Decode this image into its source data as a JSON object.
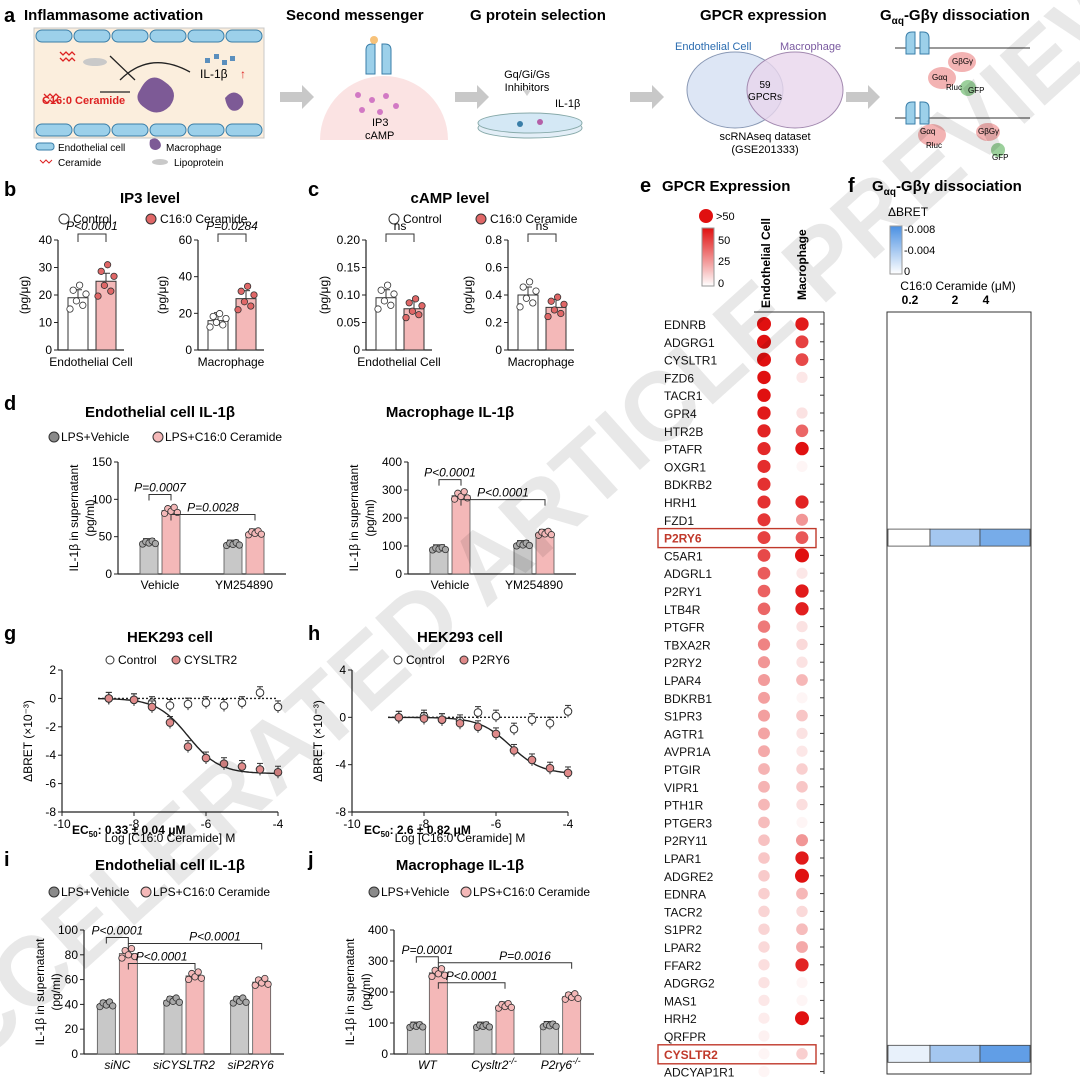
{
  "panel_letters": [
    "a",
    "b",
    "c",
    "d",
    "e",
    "f",
    "g",
    "h",
    "i",
    "j"
  ],
  "watermark": "ACCELERATED ARTICLE PREVIEW",
  "colors": {
    "control": "#ffffff",
    "treat": "#f4b8b8",
    "treat_dot": "#e06767",
    "grey": "#c8c8c8",
    "grey_dot": "#8a8a8a",
    "heat_red": "#e01010",
    "heat_blue": "#4a90e2",
    "highlight": "#c0392b",
    "line_red": "#d9534f"
  },
  "panel_a": {
    "titles": [
      "Inflammasome activation",
      "Second messenger",
      "G protein selection",
      "GPCR expression"
    ],
    "title5_main": "G",
    "title5_sub": "αq",
    "title5_rest": "-Gβγ dissociation",
    "il1b": "IL-1β",
    "ceramide_label": "C16:0 Ceramide",
    "legend": [
      "Endothelial cell",
      "Macrophage",
      "Ceramide",
      "Lipoprotein"
    ],
    "messengers": [
      "IP3",
      "cAMP"
    ],
    "inhibitors": [
      "Gq/Gi/Gs",
      "Inhibitors"
    ],
    "il1b_dish": "IL-1β",
    "venn_left": "Endothelial Cell",
    "venn_right": "Macrophage",
    "venn_center": [
      "59",
      "GPCRs"
    ],
    "dataset": [
      "scRNAseq dataset",
      "(GSE201333)"
    ],
    "bret_labels": [
      "GβGγ",
      "Gαq",
      "Rluc",
      "GFP"
    ]
  },
  "panel_b": {
    "title": "IP3 level",
    "legend": [
      "Control",
      "C16:0 Ceramide"
    ]
  },
  "panel_c": {
    "title": "cAMP level",
    "legend": [
      "Control",
      "C16:0 Ceramide"
    ]
  },
  "panel_d": {
    "title1": "Endothelial cell IL-1β",
    "title2": "Macrophage IL-1β",
    "legend": [
      "LPS+Vehicle",
      "LPS+C16:0 Ceramide"
    ]
  },
  "panel_e": {
    "title": "GPCR Expression",
    "cols": [
      "Endothelial Cell",
      "Macrophage"
    ],
    "legend": [
      ">50",
      "50",
      "25",
      "0"
    ],
    "highlighted": [
      "P2RY6",
      "CYSLTR2"
    ]
  },
  "panel_f": {
    "title_main": "G",
    "title_sub": "αq",
    "title_rest": "-Gβγ dissociation",
    "legend_title": "ΔBRET",
    "legend_ticks": [
      "-0.008",
      "-0.004",
      "0"
    ],
    "xlabel": "C16:0 Ceramide (μM)",
    "cols": [
      "0.2",
      "2",
      "4"
    ]
  },
  "panel_g": {
    "title": "HEK293 cell",
    "legend": [
      "Control",
      "CYSLTR2"
    ],
    "ec50": "EC",
    "ec50_sub": "50",
    "ec50_val": ": 0.33 ± 0.04 μM"
  },
  "panel_h": {
    "title": "HEK293 cell",
    "legend": [
      "Control",
      "P2RY6"
    ],
    "ec50": "EC",
    "ec50_sub": "50",
    "ec50_val": ": 2.6 ± 0.82 μM"
  },
  "panel_i": {
    "title": "Endothelial cell IL-1β",
    "legend": [
      "LPS+Vehicle",
      "LPS+C16:0 Ceramide"
    ]
  },
  "panel_j": {
    "title": "Macrophage IL-1β",
    "legend": [
      "LPS+Vehicle",
      "LPS+C16:0 Ceramide"
    ]
  },
  "chart_data": [
    {
      "id": "b1",
      "type": "bar",
      "title": "IP3 level",
      "category": "Endothelial Cell",
      "ylabel": "(pg/μg)",
      "ylim": [
        0,
        40
      ],
      "yticks": [
        "0",
        "10",
        "20",
        "30",
        "40"
      ],
      "series": [
        {
          "name": "Control",
          "values": [
            19
          ]
        },
        {
          "name": "C16:0 Ceramide",
          "values": [
            25
          ]
        }
      ],
      "pval": "P<0.0001"
    },
    {
      "id": "b2",
      "type": "bar",
      "category": "Macrophage",
      "ylabel": "(pg/μg)",
      "ylim": [
        0,
        60
      ],
      "yticks": [
        "0",
        "20",
        "40",
        "60"
      ],
      "series": [
        {
          "name": "Control",
          "values": [
            16
          ]
        },
        {
          "name": "C16:0 Ceramide",
          "values": [
            28
          ]
        }
      ],
      "pval": "P=0.0284"
    },
    {
      "id": "c1",
      "type": "bar",
      "title": "cAMP level",
      "category": "Endothelial Cell",
      "ylabel": "(pg/μg)",
      "ylim": [
        0,
        0.2
      ],
      "yticks": [
        "0",
        "0.05",
        "0.10",
        "0.15",
        "0.20"
      ],
      "series": [
        {
          "name": "Control",
          "values": [
            0.095
          ]
        },
        {
          "name": "C16:0 Ceramide",
          "values": [
            0.075
          ]
        }
      ],
      "pval": "ns"
    },
    {
      "id": "c2",
      "type": "bar",
      "category": "Macrophage",
      "ylabel": "(pg/μg)",
      "ylim": [
        0,
        0.8
      ],
      "yticks": [
        "0",
        "0.2",
        "0.4",
        "0.6",
        "0.8"
      ],
      "series": [
        {
          "name": "Control",
          "values": [
            0.4
          ]
        },
        {
          "name": "C16:0 Ceramide",
          "values": [
            0.31
          ]
        }
      ],
      "pval": "ns"
    },
    {
      "id": "d1",
      "type": "bar",
      "title": "Endothelial cell IL-1β",
      "categories": [
        "Vehicle",
        "YM254890"
      ],
      "ylabel": "IL-1β in supernatant (pg/ml)",
      "ylim": [
        0,
        150
      ],
      "yticks": [
        "0",
        "50",
        "100",
        "150"
      ],
      "series": [
        {
          "name": "LPS+Vehicle",
          "values": [
            42,
            40
          ]
        },
        {
          "name": "LPS+C16:0 Ceramide",
          "values": [
            85,
            55
          ]
        }
      ],
      "pvals": [
        "P=0.0007",
        "P=0.0028"
      ]
    },
    {
      "id": "d2",
      "type": "bar",
      "title": "Macrophage IL-1β",
      "categories": [
        "Vehicle",
        "YM254890"
      ],
      "ylabel": "IL-1β in supernatant (pg/ml)",
      "ylim": [
        0,
        400
      ],
      "yticks": [
        "0",
        "100",
        "200",
        "300",
        "400"
      ],
      "series": [
        {
          "name": "LPS+Vehicle",
          "values": [
            90,
            105
          ]
        },
        {
          "name": "LPS+C16:0 Ceramide",
          "values": [
            280,
            145
          ]
        }
      ],
      "pvals": [
        "P<0.0001",
        "P<0.0001"
      ]
    },
    {
      "id": "g",
      "type": "scatter",
      "title": "HEK293 cell",
      "xlabel": "Log [C16:0 Ceramide] M",
      "ylabel": "ΔBRET (×10⁻³)",
      "xlim": [
        -10,
        -4
      ],
      "ylim": [
        -8,
        2
      ],
      "xticks": [
        "-10",
        "-8",
        "-6",
        "-4"
      ],
      "yticks": [
        "-8",
        "-6",
        "-4",
        "-2",
        "0",
        "2"
      ],
      "x": [
        -8.7,
        -8,
        -7.5,
        -7,
        -6.5,
        -6,
        -5.5,
        -5,
        -4.5,
        -4
      ],
      "series": [
        {
          "name": "Control",
          "values": [
            0,
            -0.1,
            -0.3,
            -0.5,
            -0.4,
            -0.3,
            -0.5,
            -0.3,
            0.4,
            -0.6
          ]
        },
        {
          "name": "CYSLTR2",
          "values": [
            0,
            -0.1,
            -0.6,
            -1.7,
            -3.4,
            -4.2,
            -4.6,
            -4.8,
            -5,
            -5.2
          ]
        }
      ]
    },
    {
      "id": "h",
      "type": "scatter",
      "title": "HEK293 cell",
      "xlabel": "Log [C16:0 Ceramide] M",
      "ylabel": "ΔBRET (×10⁻³)",
      "xlim": [
        -10,
        -4
      ],
      "ylim": [
        -8,
        4
      ],
      "xticks": [
        "-10",
        "-8",
        "-6",
        "-4"
      ],
      "yticks": [
        "-8",
        "-4",
        "0",
        "4"
      ],
      "x": [
        -8.7,
        -8,
        -7.5,
        -7,
        -6.5,
        -6,
        -5.5,
        -5,
        -4.5,
        -4
      ],
      "series": [
        {
          "name": "Control",
          "values": [
            0,
            0.1,
            -0.2,
            -0.3,
            0.4,
            0.1,
            -1,
            -0.2,
            -0.5,
            0.5
          ]
        },
        {
          "name": "P2RY6",
          "values": [
            0,
            -0.1,
            -0.2,
            -0.5,
            -0.8,
            -1.4,
            -2.8,
            -3.6,
            -4.3,
            -4.7
          ]
        }
      ]
    },
    {
      "id": "i",
      "type": "bar",
      "title": "Endothelial cell IL-1β",
      "categories": [
        "siNC",
        "siCYSLTR2",
        "siP2RY6"
      ],
      "ylabel": "IL-1β in supernatant (pg/ml)",
      "ylim": [
        0,
        100
      ],
      "yticks": [
        "0",
        "20",
        "40",
        "60",
        "80",
        "100"
      ],
      "series": [
        {
          "name": "LPS+Vehicle",
          "values": [
            40,
            43,
            43
          ]
        },
        {
          "name": "LPS+C16:0 Ceramide",
          "values": [
            81,
            63,
            58
          ]
        }
      ],
      "pvals": [
        "P<0.0001",
        "P<0.0001",
        "P<0.0001"
      ]
    },
    {
      "id": "j",
      "type": "bar",
      "title": "Macrophage IL-1β",
      "categories": [
        "WT",
        "Cysltr2-/-",
        "P2ry6-/-"
      ],
      "ylabel": "IL-1β in supernatant (pg/ml)",
      "ylim": [
        0,
        400
      ],
      "yticks": [
        "0",
        "100",
        "200",
        "300",
        "400"
      ],
      "series": [
        {
          "name": "LPS+Vehicle",
          "values": [
            90,
            90,
            92
          ]
        },
        {
          "name": "LPS+C16:0 Ceramide",
          "values": [
            262,
            155,
            185
          ]
        }
      ],
      "pvals": [
        "P=0.0001",
        "P<0.0001",
        "P=0.0016"
      ]
    },
    {
      "id": "e",
      "type": "heatmap",
      "title": "GPCR Expression",
      "columns": [
        "Endothelial Cell",
        "Macrophage"
      ],
      "rows": [
        "EDNRB",
        "ADGRG1",
        "CYSLTR1",
        "FZD6",
        "TACR1",
        "GPR4",
        "HTR2B",
        "PTAFR",
        "OXGR1",
        "BDKRB2",
        "HRH1",
        "FZD1",
        "P2RY6",
        "C5AR1",
        "ADGRL1",
        "P2RY1",
        "LTB4R",
        "PTGFR",
        "TBXA2R",
        "P2RY2",
        "LPAR4",
        "BDKRB1",
        "S1PR3",
        "AGTR1",
        "AVPR1A",
        "PTGIR",
        "VIPR1",
        "PTH1R",
        "PTGER3",
        "P2RY11",
        "LPAR1",
        "ADGRE2",
        "EDNRA",
        "TACR2",
        "S1PR2",
        "LPAR2",
        "FFAR2",
        "ADGRG2",
        "MAS1",
        "HRH2",
        "QRFPR",
        "CYSLTR2",
        "ADCYAP1R1"
      ],
      "values": [
        [
          55,
          48
        ],
        [
          52,
          40
        ],
        [
          52,
          38
        ],
        [
          50,
          5
        ],
        [
          50,
          0
        ],
        [
          48,
          6
        ],
        [
          46,
          32
        ],
        [
          45,
          50
        ],
        [
          44,
          2
        ],
        [
          43,
          0
        ],
        [
          43,
          46
        ],
        [
          42,
          22
        ],
        [
          40,
          35
        ],
        [
          38,
          52
        ],
        [
          34,
          5
        ],
        [
          33,
          48
        ],
        [
          32,
          47
        ],
        [
          28,
          6
        ],
        [
          26,
          8
        ],
        [
          22,
          6
        ],
        [
          21,
          15
        ],
        [
          20,
          2
        ],
        [
          20,
          12
        ],
        [
          19,
          6
        ],
        [
          18,
          5
        ],
        [
          16,
          10
        ],
        [
          16,
          12
        ],
        [
          15,
          7
        ],
        [
          14,
          2
        ],
        [
          13,
          22
        ],
        [
          12,
          48
        ],
        [
          11,
          52
        ],
        [
          10,
          15
        ],
        [
          9,
          8
        ],
        [
          9,
          14
        ],
        [
          8,
          18
        ],
        [
          7,
          46
        ],
        [
          6,
          2
        ],
        [
          5,
          2
        ],
        [
          4,
          52
        ],
        [
          3,
          0
        ],
        [
          2,
          10
        ],
        [
          2,
          0
        ]
      ]
    },
    {
      "id": "f",
      "type": "heatmap",
      "title": "Gαq-Gβγ dissociation",
      "columns": [
        "0.2",
        "2",
        "4"
      ],
      "xlabel": "C16:0 Ceramide (μM)",
      "rows_highlighted": [
        "P2RY6",
        "CYSLTR2"
      ],
      "values": {
        "P2RY6": [
          0,
          -0.004,
          -0.006
        ],
        "CYSLTR2": [
          -0.001,
          -0.004,
          -0.007
        ]
      }
    }
  ]
}
